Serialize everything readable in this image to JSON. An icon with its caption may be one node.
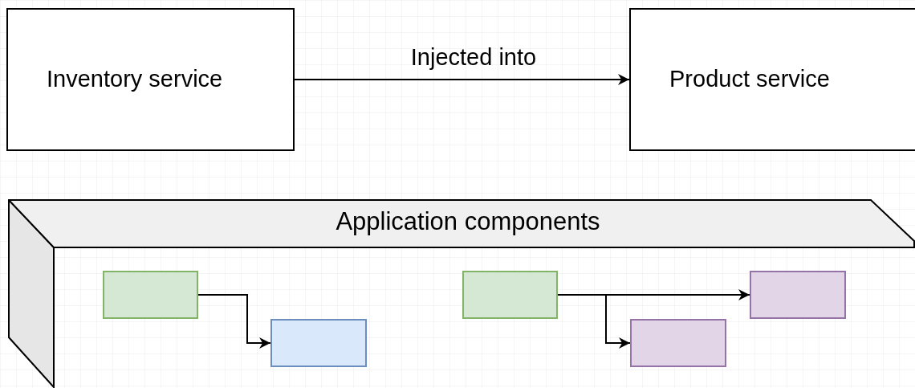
{
  "diagram": {
    "nodes": [
      {
        "text": [
          "Inventory service"
        ]
      },
      {
        "text": [
          "Product service"
        ]
      },
      {
        "text": [
          "Application components"
        ]
      },
      {
        "text": [],
        "shape": "box",
        "in": 2
      },
      {
        "text": [],
        "shape": "box",
        "in": 2
      },
      {
        "text": [],
        "shape": "box",
        "in": 2
      },
      {
        "text": [],
        "shape": "box",
        "in": 2
      },
      {
        "text": [],
        "shape": "box",
        "in": 2
      }
    ],
    "edges": [
      {
        "from": 0,
        "to": 1,
        "arrow": "to",
        "label": "Injected into"
      },
      {
        "from": 3,
        "to": 4,
        "arrow": "to"
      },
      {
        "from": 5,
        "to": 6,
        "arrow": "to"
      },
      {
        "from": 5,
        "to": 7,
        "arrow": "to"
      }
    ]
  }
}
